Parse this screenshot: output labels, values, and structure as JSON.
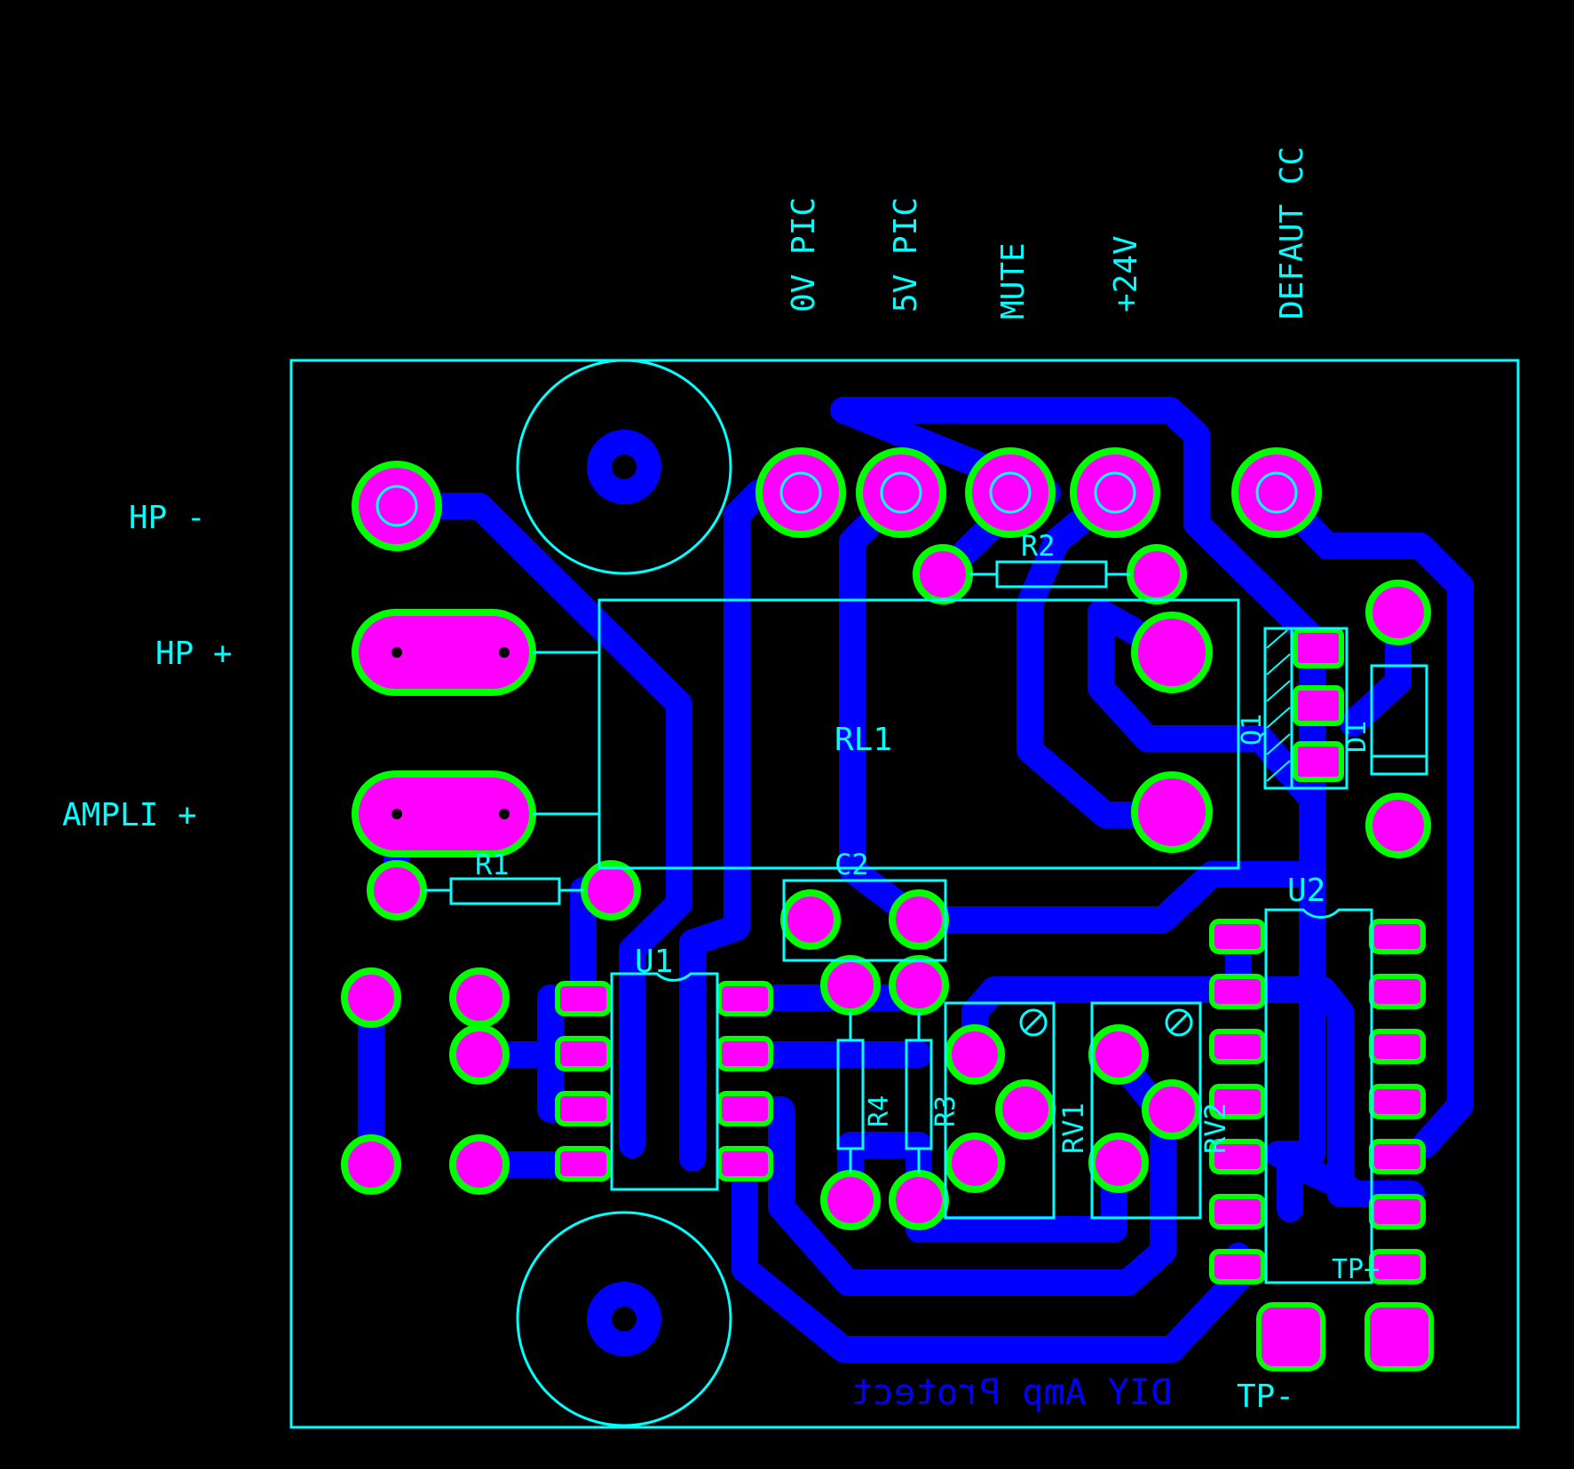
{
  "colors": {
    "background": "#000000",
    "silkscreen": "#00ffff",
    "copper": "#0000ff",
    "pad": "#ff00ff",
    "pad_ring": "#00ff00"
  },
  "side_labels": {
    "hp_minus": "HP -",
    "hp_plus": "HP +",
    "ampli_plus": "AMPLI +"
  },
  "top_labels": {
    "zero_v_pic": "0V PIC",
    "five_v_pic": "5V PIC",
    "mute": "MUTE",
    "plus_24v": "+24V",
    "defaut_cc": "DEFAUT CC"
  },
  "components": {
    "r1": "R1",
    "r2": "R2",
    "r3": "R3",
    "r4": "R4",
    "rl1": "RL1",
    "c2": "C2",
    "u1": "U1",
    "u2": "U2",
    "q1": "Q1",
    "d1": "D1",
    "rv1": "RV1",
    "rv2": "RV2"
  },
  "test_points": {
    "tp_plus": "TP+",
    "tp_minus": "TP-"
  },
  "board_text": "DIY Amp Protect"
}
